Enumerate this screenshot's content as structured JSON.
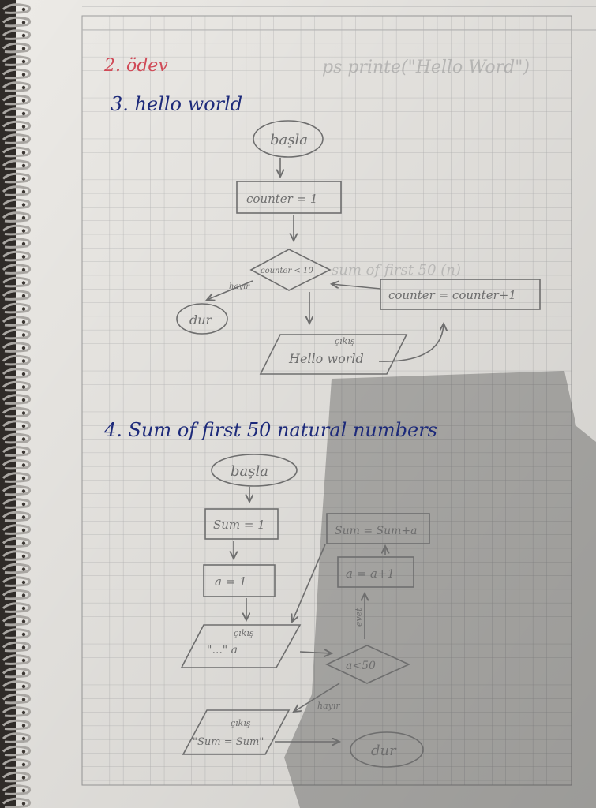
{
  "page": {
    "heading_assignment": "2. ödev",
    "faded_header_text": "ps printe(\"Hello Word\")"
  },
  "flow1": {
    "title": "3. hello world",
    "start": "başla",
    "init": "counter = 1",
    "condition": "counter < 10",
    "condition_no": "hayır",
    "stop": "dur",
    "increment": "counter = counter+1",
    "faded_note": "sum of first 50 (n)",
    "output_label": "çıkış",
    "output_text": "Hello world"
  },
  "flow2": {
    "title": "4. Sum of first 50 natural numbers",
    "start": "başla",
    "init_sum": "Sum = 1",
    "init_a": "a = 1",
    "output_label": "çıkış",
    "output_text": "\"...\" a",
    "condition": "a<50",
    "yes_label": "evet",
    "no_label": "hayır",
    "inc_a": "a = a+1",
    "add_sum": "Sum = Sum+a",
    "final_label": "çıkış",
    "final_text": "\"Sum = Sum\"",
    "stop": "dur"
  },
  "colors": {
    "paper": "#eceae6",
    "grid": "#b9b9b9",
    "pencil": "#6e6e6e",
    "ink_red": "#d04a57",
    "ink_blue": "#1d2a7a"
  }
}
